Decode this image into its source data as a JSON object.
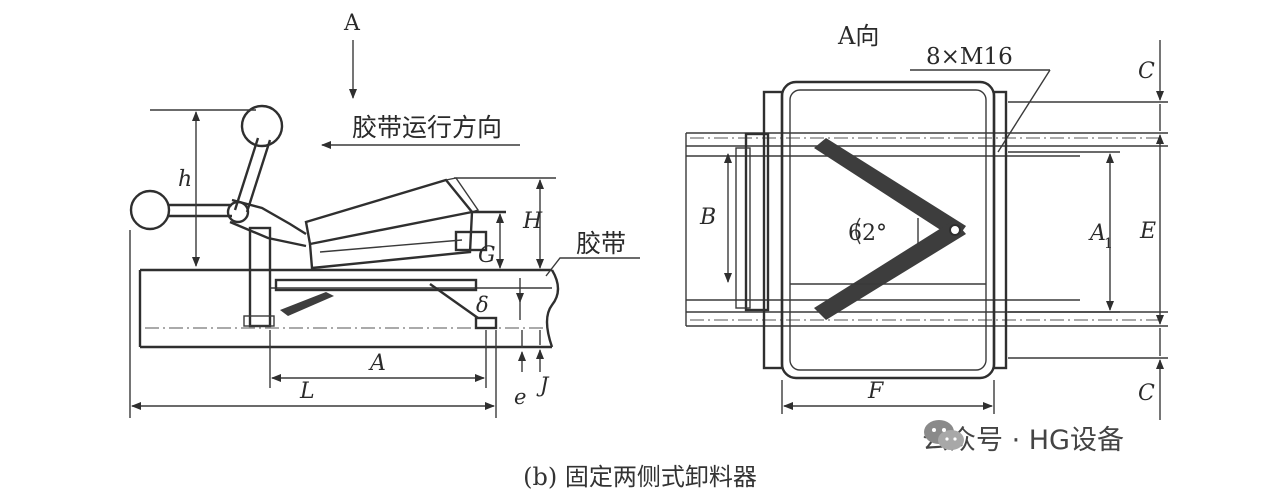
{
  "side_view": {
    "view_marker": "A",
    "belt_direction": "胶带运行方向",
    "belt": "胶带",
    "dims": {
      "h": "h",
      "H": "H",
      "G": "G",
      "delta": "δ",
      "A": "A",
      "L": "L",
      "e": "e",
      "J": "J"
    }
  },
  "top_view": {
    "view_label": "A向",
    "bolts": "8×M16",
    "angle": "62°",
    "dims": {
      "B": "B",
      "F": "F",
      "A1": "A",
      "A1_sub": "1",
      "E": "E",
      "C_top": "C",
      "C_bottom": "C"
    }
  },
  "caption": "(b) 固定两侧式卸料器",
  "watermark": {
    "text": "公众号 · HG设备",
    "icon": "wechat-icon"
  }
}
